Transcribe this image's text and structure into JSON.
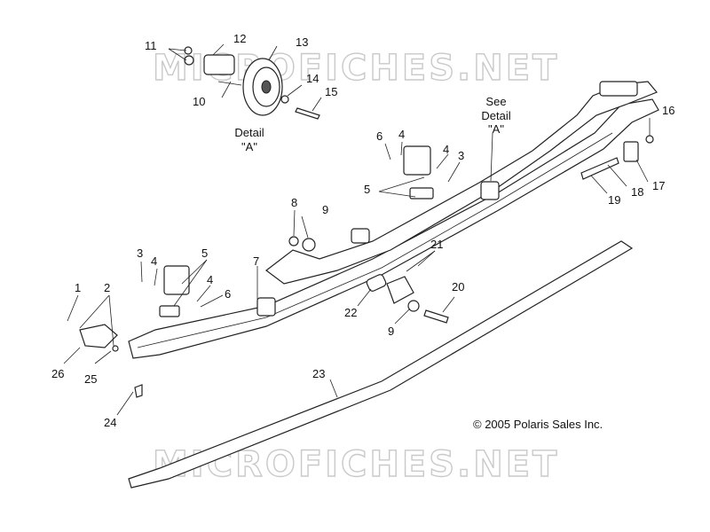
{
  "watermark": "MICROFICHES.NET",
  "copyright": "© 2005 Polaris Sales Inc.",
  "detail_a": {
    "line1": "Detail",
    "line2": "\"A\""
  },
  "see_detail": {
    "line1": "See",
    "line2": "Detail",
    "line3": "\"A\""
  },
  "callouts": {
    "c1": "1",
    "c2": "2",
    "c3a": "3",
    "c3b": "3",
    "c4a": "4",
    "c4b": "4",
    "c4c": "4",
    "c5a": "5",
    "c5b": "5",
    "c6a": "6",
    "c6b": "6",
    "c7": "7",
    "c8": "8",
    "c9a": "9",
    "c9b": "9",
    "c10": "10",
    "c11": "11",
    "c12": "12",
    "c13": "13",
    "c14": "14",
    "c15": "15",
    "c16": "16",
    "c17": "17",
    "c18": "18",
    "c19": "19",
    "c20": "20",
    "c21": "21",
    "c22": "22",
    "c23": "23",
    "c24": "24",
    "c25": "25",
    "c26": "26"
  }
}
